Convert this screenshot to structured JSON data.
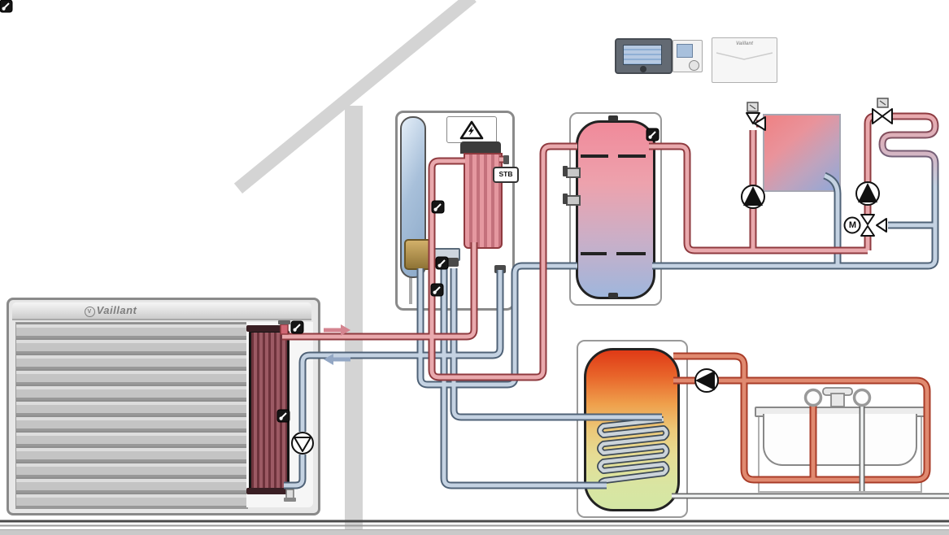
{
  "labels": {
    "brand": "Vaillant",
    "brand_mark": "V",
    "stb_limiter": "STB",
    "mixing_valve_motor": "M"
  },
  "colors": {
    "heating_flow": "#e9a9ad",
    "heating_flow_outline": "#8f3a3f",
    "heating_return": "#c4d2e2",
    "heating_return_outline": "#4f6277",
    "dhw_circulation": "#e08a70",
    "dhw_circulation_outline": "#a93c28",
    "cold_water": "#f2f4f4",
    "cold_water_outline": "#6a6a6a",
    "buffer_tank_top": "#f08a9a",
    "buffer_tank_bottom": "#9fb6dc",
    "cylinder_top": "#df3a16",
    "cylinder_bottom": "#d4e6a4",
    "radiator_hot": "#ef8183",
    "radiator_cold": "#8fa8d8"
  },
  "components": {
    "outdoor_unit": "air-to-water-heat-pump-outdoor-unit",
    "indoor_unit": "indoor-hydraulic-unit-with-backup-heater",
    "buffer": "buffer-tank",
    "cylinder": "domestic-hot-water-cylinder-with-coil",
    "radiator": "radiator-heating-circuit",
    "underfloor": "underfloor-heating-circuit-with-mixer",
    "bath": "bathtub-with-dhw-circulation",
    "controls": [
      "system-controller",
      "room-control",
      "wiring-center"
    ]
  }
}
